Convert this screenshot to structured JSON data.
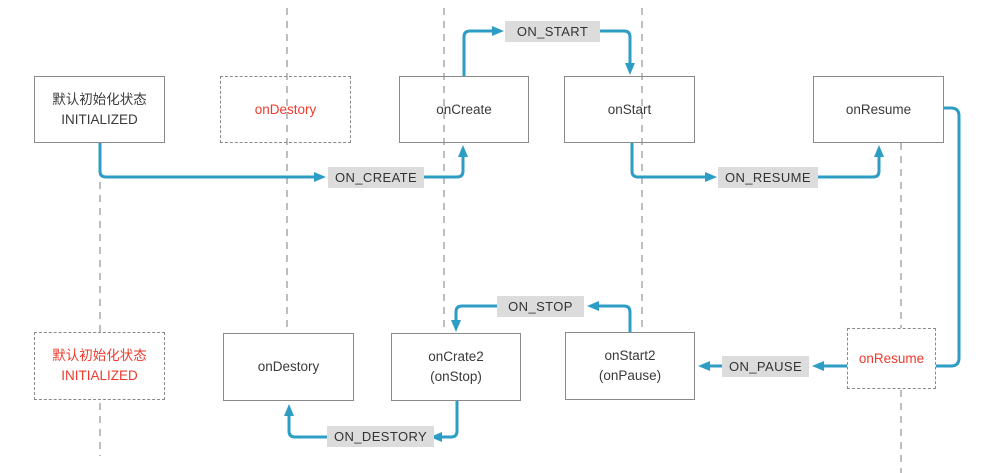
{
  "colors": {
    "arrow_blue": "#2e9dc6",
    "alert_red": "#ee3a2d",
    "edge_label_bg": "#dcdcdc",
    "box_border": "#8a8a8a",
    "lifeline_gray": "#9b9b9b",
    "text_dark": "#3a3a3a"
  },
  "nodes": {
    "initialized_top": {
      "line1": "默认初始化状态",
      "line2": "INITIALIZED"
    },
    "ondestory_top": {
      "line1": "onDestory"
    },
    "oncreate": {
      "line1": "onCreate"
    },
    "onstart": {
      "line1": "onStart"
    },
    "onresume_top": {
      "line1": "onResume"
    },
    "initialized_bottom": {
      "line1": "默认初始化状态",
      "line2": "INITIALIZED"
    },
    "ondestory_bottom": {
      "line1": "onDestory"
    },
    "oncrate2": {
      "line1": "onCrate2",
      "line2": "(onStop)"
    },
    "onstart2": {
      "line1": "onStart2",
      "line2": "(onPause)"
    },
    "onresume_bottom": {
      "line1": "onResume"
    }
  },
  "edge_labels": {
    "on_start": "ON_START",
    "on_create": "ON_CREATE",
    "on_resume": "ON_RESUME",
    "on_stop": "ON_STOP",
    "on_pause": "ON_PAUSE",
    "on_destory": "ON_DESTORY"
  }
}
